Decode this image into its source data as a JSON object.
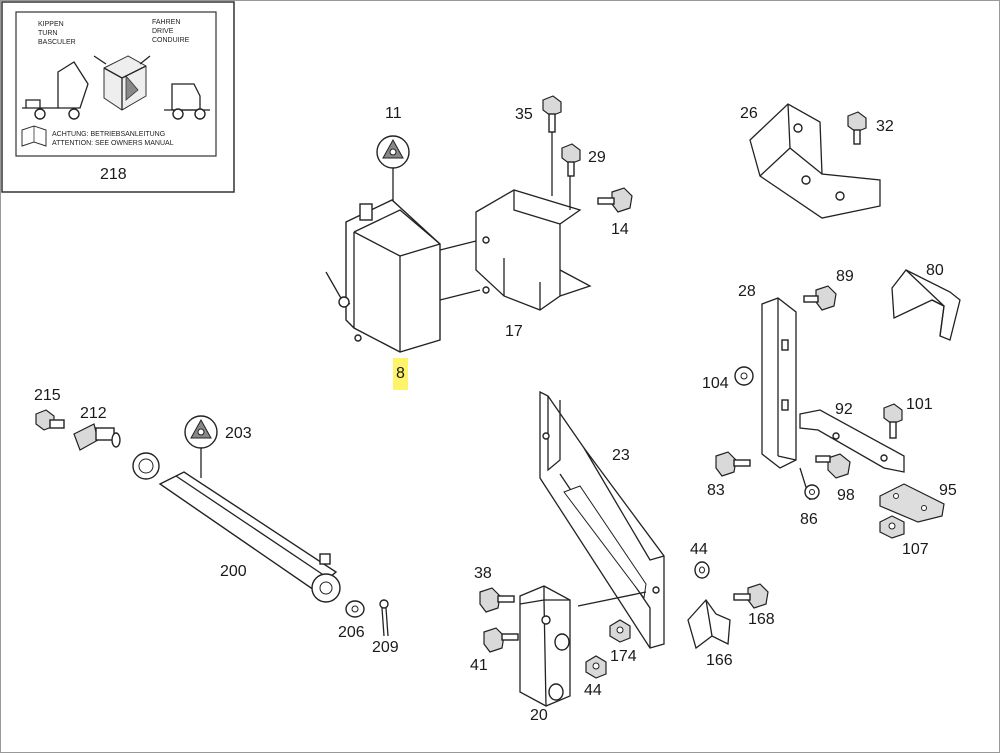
{
  "inset": {
    "number": "218",
    "tip_text": [
      "KIPPEN",
      "TURN",
      "BASCULER"
    ],
    "drive_text": [
      "FAHREN",
      "DRIVE",
      "CONDUIRE"
    ],
    "warning": [
      "ACHTUNG: BETRIEBSANLEITUNG",
      "ATTENTION: SEE OWNERS MANUAL"
    ]
  },
  "labels": {
    "p11": "11",
    "p35": "35",
    "p29": "29",
    "p14": "14",
    "p17": "17",
    "p8": "8",
    "p26": "26",
    "p32": "32",
    "p89": "89",
    "p80": "80",
    "p28": "28",
    "p104": "104",
    "p92": "92",
    "p101": "101",
    "p83": "83",
    "p98": "98",
    "p95": "95",
    "p86": "86",
    "p107": "107",
    "p215": "215",
    "p212": "212",
    "p203": "203",
    "p200": "200",
    "p206": "206",
    "p209": "209",
    "p23": "23",
    "p38": "38",
    "p41": "41",
    "p20": "20",
    "p44a": "44",
    "p44b": "44",
    "p174": "174",
    "p166": "166",
    "p168": "168"
  },
  "highlight": {
    "part": "8",
    "color": "#fff36a"
  }
}
